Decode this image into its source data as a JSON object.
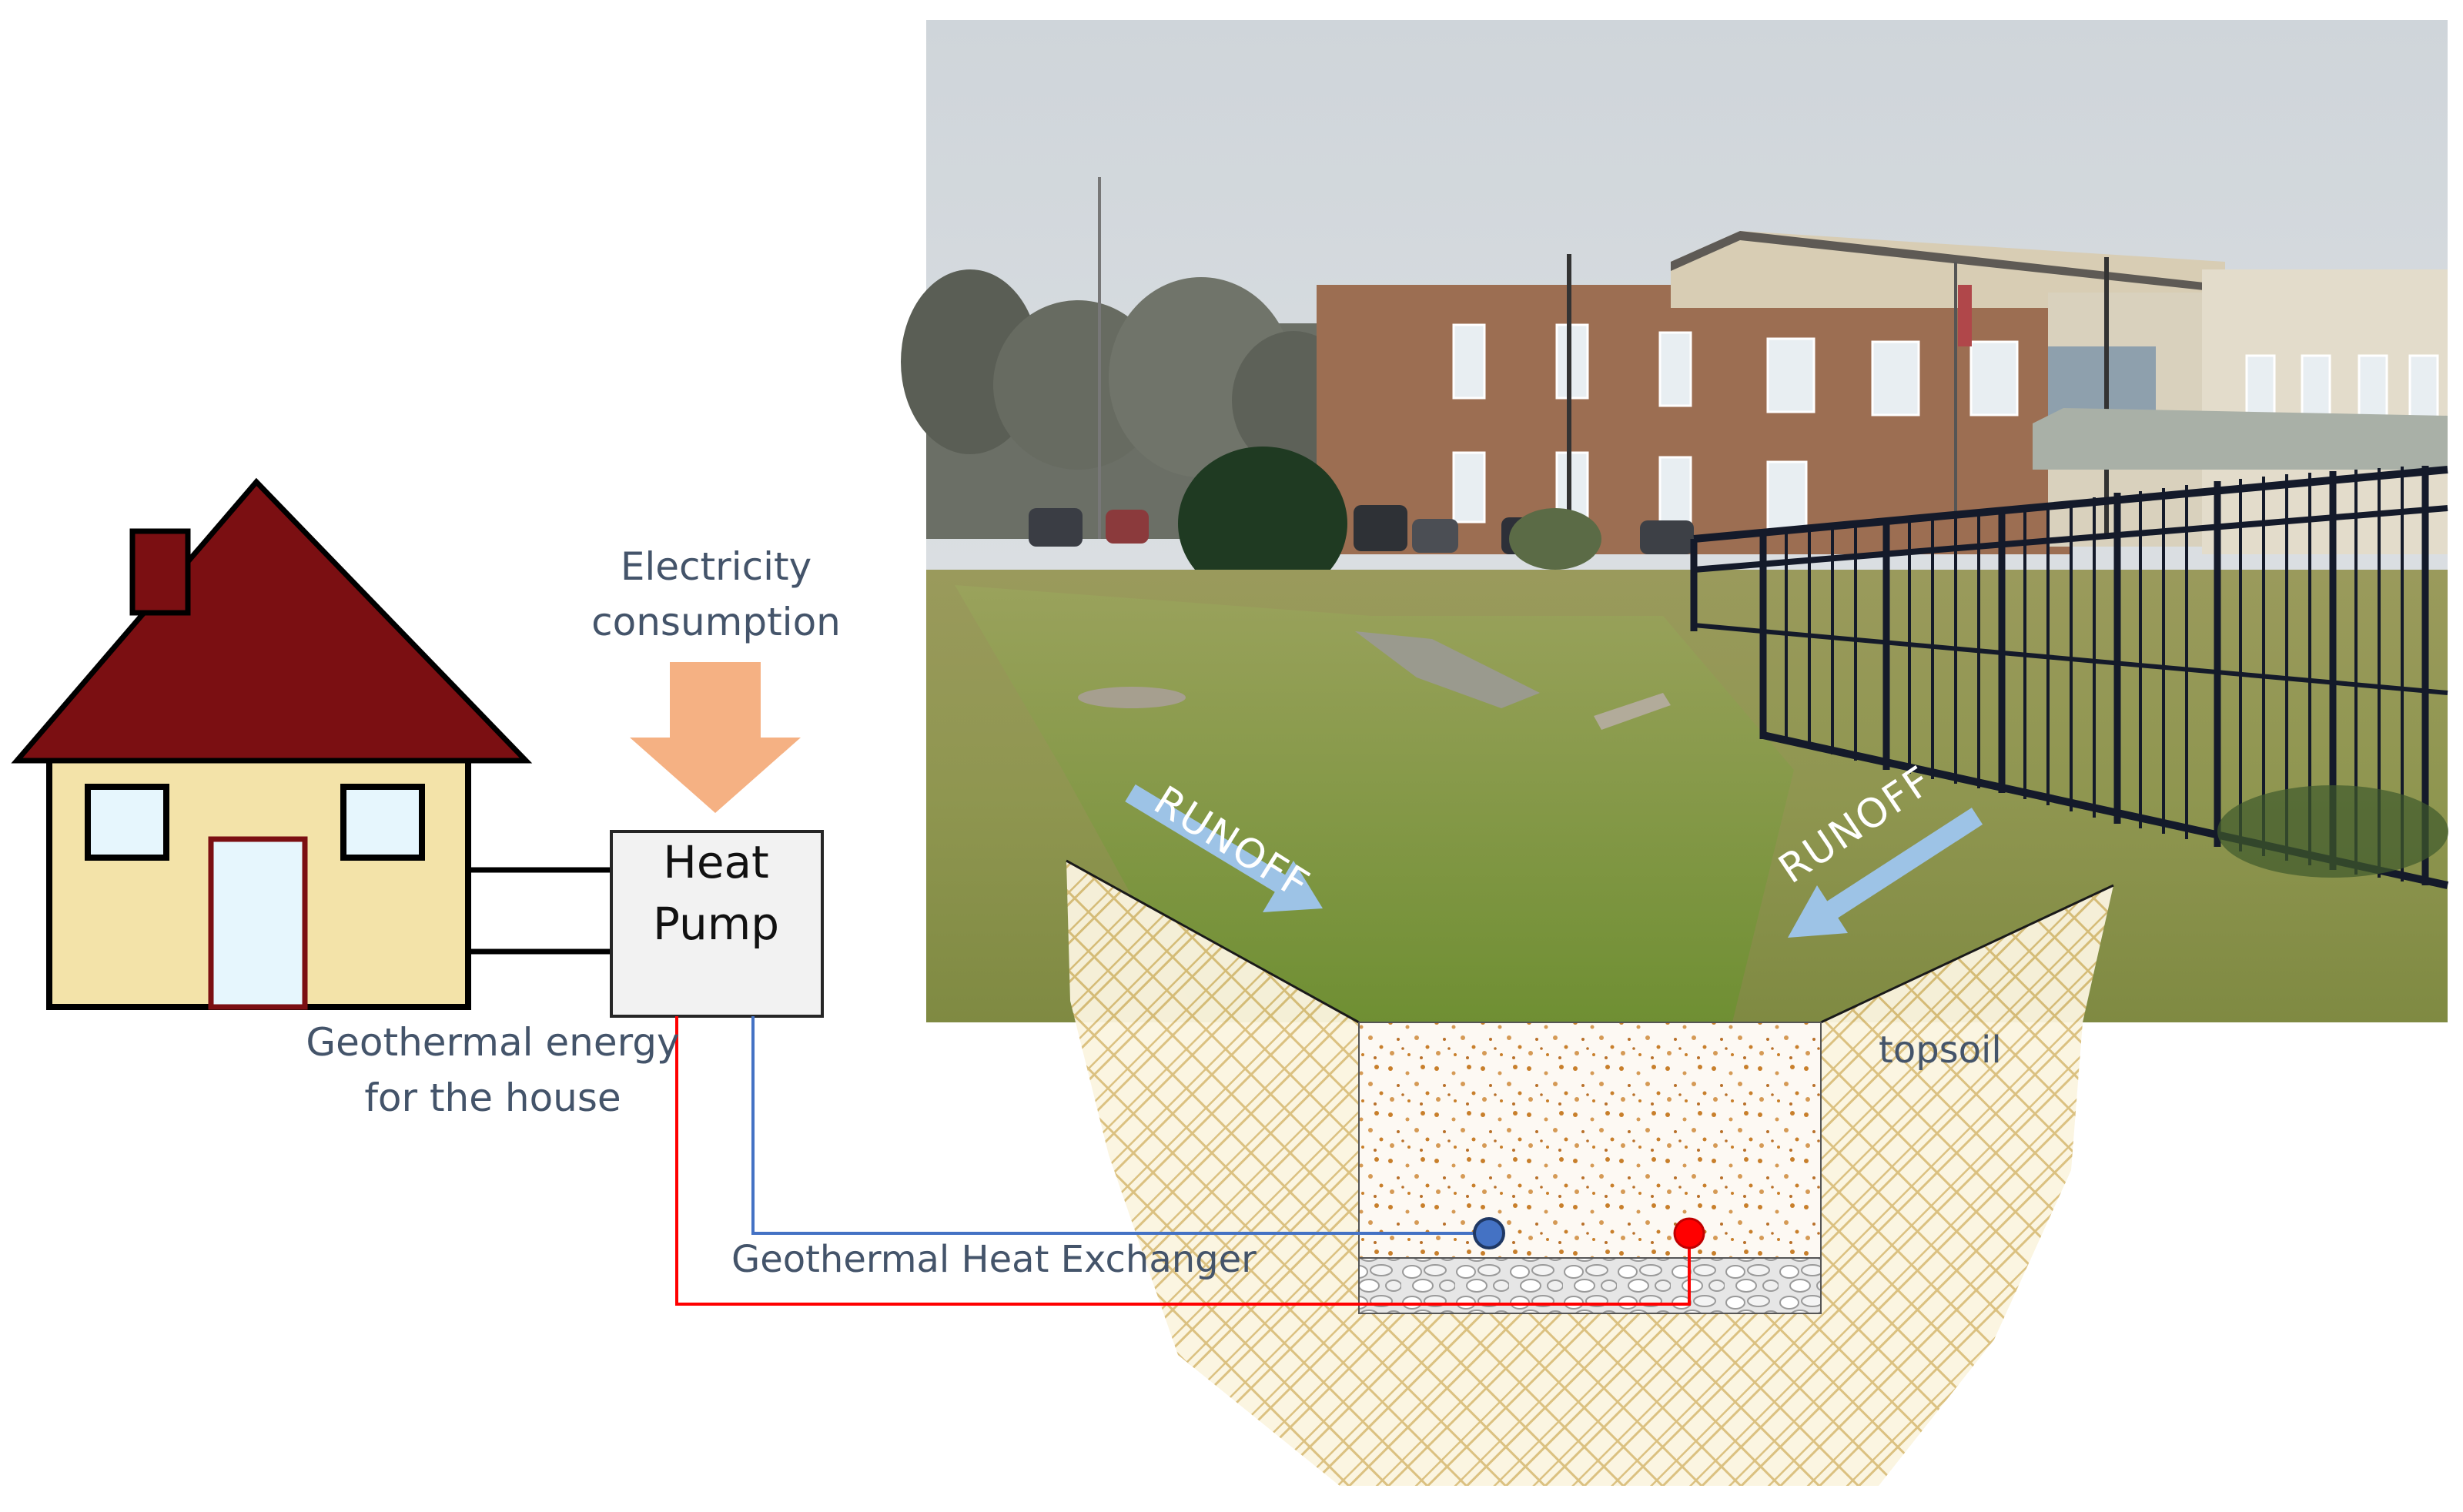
{
  "labels": {
    "electricity_line1": "Electricity",
    "electricity_line2": "consumption",
    "heat_pump_line1": "Heat",
    "heat_pump_line2": "Pump",
    "geothermal_house_line1": "Geothermal energy",
    "geothermal_house_line2": "for the house",
    "heat_exchanger": "Geothermal  Heat Exchanger",
    "runoff_left": "RUNOFF",
    "runoff_right": "RUNOFF",
    "topsoil": "topsoil"
  },
  "colors": {
    "house_roof": "#7b0f12",
    "house_wall": "#f3e3a9",
    "house_door": "#e6f6fd",
    "heat_pump_fill": "#f2f2f2",
    "electricity_arrow": "#f5b183",
    "runoff_arrow": "#9dc3e6",
    "cold_pipe": "#4472c4",
    "hot_pipe": "#ff0000",
    "topsoil_hatch": "#d9be7a",
    "sand_dots": "#c87f2b",
    "gravel": "#c9c9c9"
  },
  "icons": {
    "house": "house-icon",
    "electricity_arrow": "down-arrow-icon",
    "runoff_arrows": "diagonal-arrow-icon"
  }
}
